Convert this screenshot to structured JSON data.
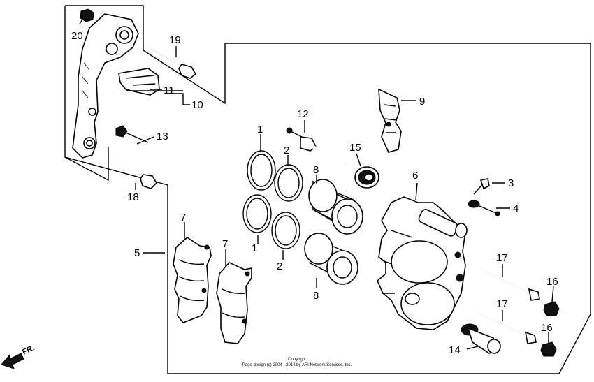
{
  "callouts": {
    "c1a": "1",
    "c1b": "1",
    "c2a": "2",
    "c2b": "2",
    "c3": "3",
    "c4": "4",
    "c5": "5",
    "c6": "6",
    "c7a": "7",
    "c7b": "7",
    "c8a": "8",
    "c8b": "8",
    "c9": "9",
    "c10": "10",
    "c11": "11",
    "c12": "12",
    "c13": "13",
    "c14": "14",
    "c15": "15",
    "c16a": "16",
    "c16b": "16",
    "c17a": "17",
    "c17b": "17",
    "c18": "18",
    "c19": "19",
    "c20": "20"
  },
  "copyright": {
    "line1": "Copyright",
    "line2": "Page design (c) 2004 - 2014 by ARI Network Services, Inc."
  },
  "direction": {
    "label": "FR."
  }
}
